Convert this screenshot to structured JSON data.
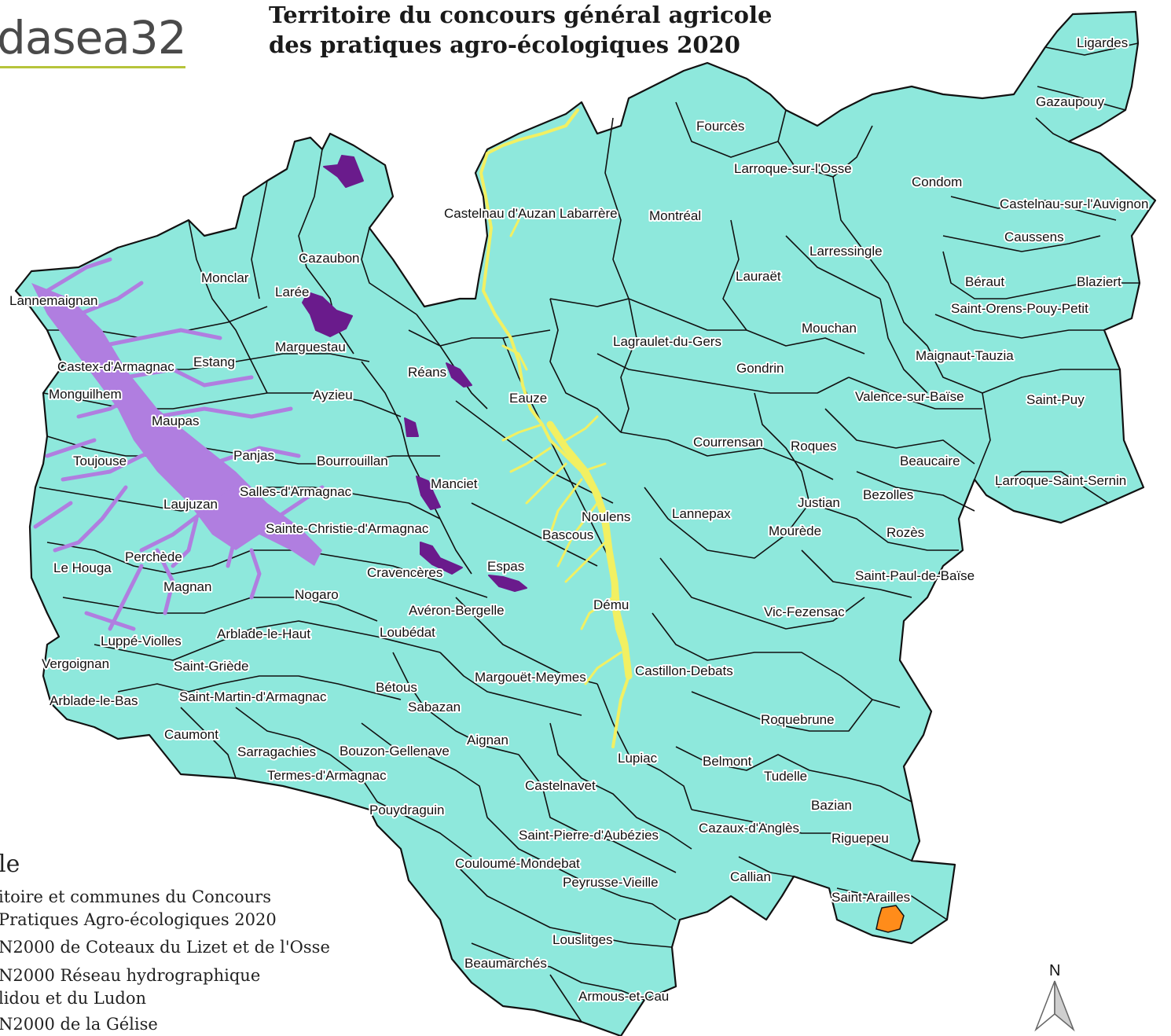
{
  "header": {
    "logo_text": "dasea32",
    "title_line1": "Territoire du concours général agricole",
    "title_line2": "des pratiques agro-écologiques 2020"
  },
  "colors": {
    "territory": "#8ee8dc",
    "border": "#111111",
    "n2000_coteaux": "#6a1b8c",
    "n2000_hydro": "#b07ee0",
    "n2000_gelise": "#f2f062",
    "highlight_commune": "#ff8c1a",
    "logo_underline": "#b7c43a"
  },
  "communes": [
    "Ligardes",
    "Gazaupouy",
    "Fourcès",
    "Larroque-sur-l'Osse",
    "Condom",
    "Castelnau-sur-l'Auvignon",
    "Castelnau d'Auzan Labarrère",
    "Montréal",
    "Caussens",
    "Cazaubon",
    "Larressingle",
    "Monclar",
    "Lauraët",
    "Béraut",
    "Blaziert",
    "Larée",
    "Lannemaignan",
    "Saint-Orens-Pouy-Petit",
    "Mouchan",
    "Marguestau",
    "Lagraulet-du-Gers",
    "Castex-d'Armagnac",
    "Estang",
    "Maignaut-Tauzia",
    "Gondrin",
    "Réans",
    "Monguilhem",
    "Ayzieu",
    "Eauze",
    "Valence-sur-Baïse",
    "Saint-Puy",
    "Maupas",
    "Courrensan",
    "Roques",
    "Toujouse",
    "Panjas",
    "Bourrouillan",
    "Beaucaire",
    "Larroque-Saint-Sernin",
    "Manciet",
    "Salles-d'Armagnac",
    "Justian",
    "Bezolles",
    "Laujuzan",
    "Lannepax",
    "Noulens",
    "Mourède",
    "Rozès",
    "Sainte-Christie-d'Armagnac",
    "Bascous",
    "Perchède",
    "Espas",
    "Saint-Paul-de-Baïse",
    "Le Houga",
    "Cravencères",
    "Magnan",
    "Nogaro",
    "Dému",
    "Vic-Fezensac",
    "Avéron-Bergelle",
    "Luppé-Violles",
    "Arblade-le-Haut",
    "Loubédat",
    "Vergoignan",
    "Saint-Griède",
    "Castillon-Debats",
    "Margouët-Meymes",
    "Bétous",
    "Arblade-le-Bas",
    "Saint-Martin-d'Armagnac",
    "Sabazan",
    "Roquebrune",
    "Caumont",
    "Aignan",
    "Sarragachies",
    "Bouzon-Gellenave",
    "Lupiac",
    "Belmont",
    "Tudelle",
    "Termes-d'Armagnac",
    "Castelnavet",
    "Bazian",
    "Pouydraguin",
    "Cazaux-d'Anglès",
    "Saint-Pierre-d'Aubézies",
    "Riguepeu",
    "Couloumé-Mondebat",
    "Callian",
    "Peyrusse-Vieille",
    "Saint-Arailles",
    "Louslitges",
    "Beaumarchés",
    "Armous-et-Cau"
  ],
  "legend": {
    "title": "le",
    "items": [
      "itoire et communes du Concours",
      "Pratiques Agro-écologiques 2020",
      "N2000 de Coteaux du Lizet et de l'Osse",
      "N2000 Réseau hydrographique",
      "lidou et du Ludon",
      "N2000 de la Gélise"
    ]
  },
  "north_arrow": {
    "label": "N"
  }
}
